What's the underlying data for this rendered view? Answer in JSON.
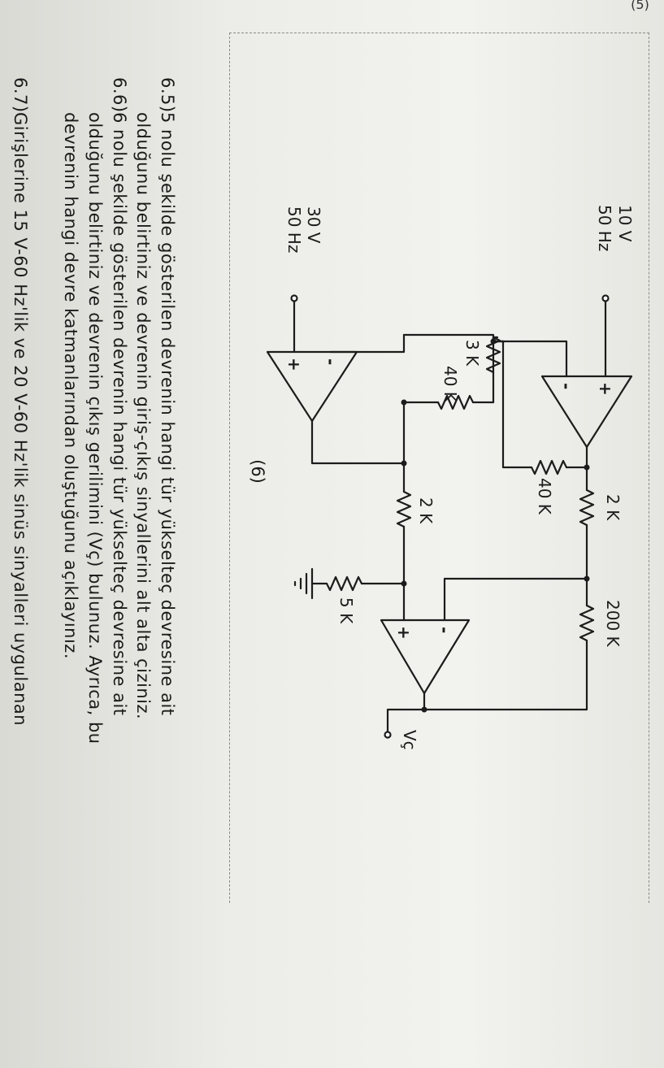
{
  "figure": {
    "top_fragment": "(5)",
    "inputs": [
      {
        "voltage": "10 V",
        "frequency": "50 Hz"
      },
      {
        "voltage": "30 V",
        "frequency": "50 Hz"
      }
    ],
    "resistors": {
      "r_top_2k": "2 K",
      "r_200k": "200 K",
      "r_40k_fb": "40 K",
      "r_3k": "3 K",
      "r_40k_mid": "40 K",
      "r_2k_mid": "2 K",
      "r_5k": "5 K"
    },
    "output_label": "Vç",
    "opamp_signs": {
      "plus": "+",
      "minus": "-"
    },
    "caption": "(6)"
  },
  "questions": {
    "q5": {
      "number": "6.5)",
      "line1": "5 nolu şekilde gösterilen devrenin hangi tür yükselteç devresine ait",
      "line2": "olduğunu belirtiniz ve devrenin giriş-çıkış sinyallerini alt alta çiziniz."
    },
    "q6": {
      "number": "6.6)",
      "line1": "6 nolu şekilde gösterilen devrenin hangi tür yükselteç devresine ait",
      "line2": "olduğunu belirtiniz ve devrenin çıkış gerilimini (Vç) bulunuz. Ayrıca, bu",
      "line3": "devrenin hangi devre katmanlarından oluştuğunu açıklayınız."
    },
    "q7": {
      "number": "6.7)",
      "line1": "Girişlerine 15 V-60 Hz'lik ve 20 V-60 Hz'lik sinüs sinyalleri uygulanan"
    }
  }
}
